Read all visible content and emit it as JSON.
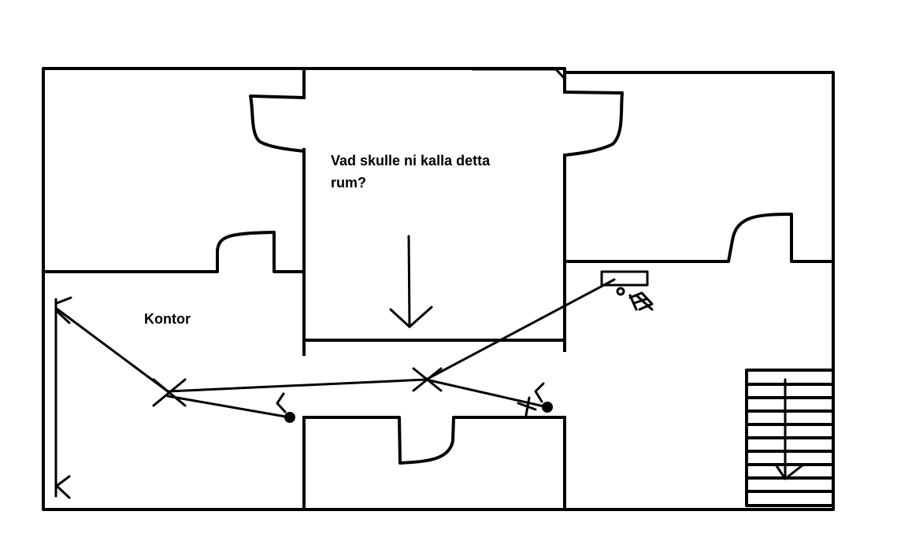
{
  "labels": {
    "question_line1": "Vad skulle ni kalla detta",
    "question_line2": "rum?",
    "office": "Kontor"
  },
  "colors": {
    "ink": "#000000",
    "background": "#ffffff"
  }
}
